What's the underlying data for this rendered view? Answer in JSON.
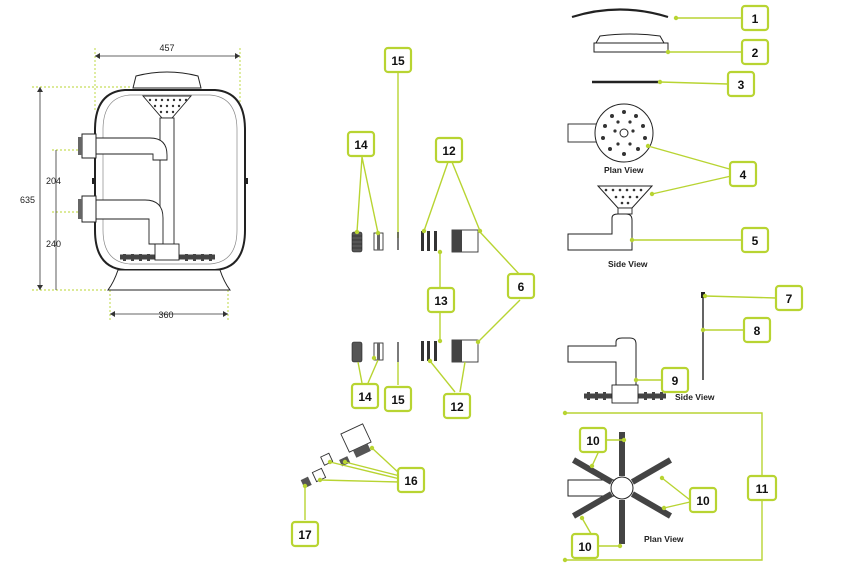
{
  "dimensions": {
    "width_top": "457",
    "height_total": "635",
    "inlet_height": "204",
    "outlet_height": "240",
    "base_width": "360"
  },
  "view_labels": {
    "plan_view_top": "Plan View",
    "side_view_top": "Side View",
    "side_view_bottom": "Side View",
    "plan_view_bottom": "Plan View"
  },
  "callouts": [
    {
      "id": "c1",
      "label": "1"
    },
    {
      "id": "c2",
      "label": "2"
    },
    {
      "id": "c3",
      "label": "3"
    },
    {
      "id": "c4",
      "label": "4"
    },
    {
      "id": "c5",
      "label": "5"
    },
    {
      "id": "c6",
      "label": "6"
    },
    {
      "id": "c7",
      "label": "7"
    },
    {
      "id": "c8",
      "label": "8"
    },
    {
      "id": "c9",
      "label": "9"
    },
    {
      "id": "c10a",
      "label": "10"
    },
    {
      "id": "c10b",
      "label": "10"
    },
    {
      "id": "c10c",
      "label": "10"
    },
    {
      "id": "c11",
      "label": "11"
    },
    {
      "id": "c12a",
      "label": "12"
    },
    {
      "id": "c12b",
      "label": "12"
    },
    {
      "id": "c13",
      "label": "13"
    },
    {
      "id": "c14a",
      "label": "14"
    },
    {
      "id": "c14b",
      "label": "14"
    },
    {
      "id": "c15a",
      "label": "15"
    },
    {
      "id": "c15b",
      "label": "15"
    },
    {
      "id": "c16",
      "label": "16"
    },
    {
      "id": "c17",
      "label": "17"
    }
  ],
  "colors": {
    "accent": "#b8d432",
    "line": "#333333"
  }
}
